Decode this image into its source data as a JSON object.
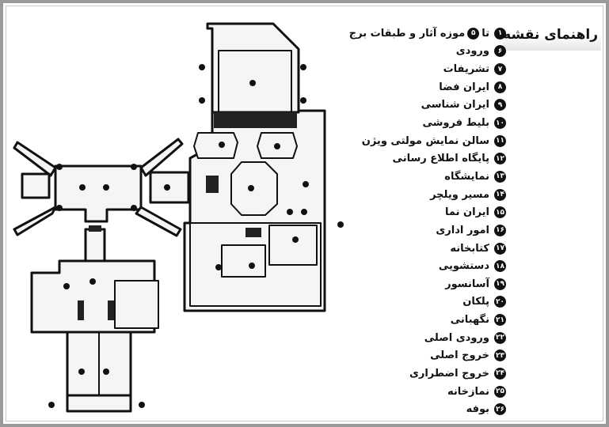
{
  "legend": {
    "title": "راهنمای نقشه",
    "first": {
      "num": "۱",
      "to_word": "تا",
      "num_to": "۵",
      "label": "موزه آثار و طبقات برج"
    },
    "items": [
      {
        "num": "۶",
        "label": "ورودی"
      },
      {
        "num": "۷",
        "label": "تشریفات"
      },
      {
        "num": "۸",
        "label": "ایران فضا"
      },
      {
        "num": "۹",
        "label": "ایران شناسی"
      },
      {
        "num": "۱۰",
        "label": "بلیط فروشی"
      },
      {
        "num": "۱۱",
        "label": "سالن نمایش مولتی ویژن"
      },
      {
        "num": "۱۲",
        "label": "پایگاه اطلاع رسانی"
      },
      {
        "num": "۱۳",
        "label": "نمایشگاه"
      },
      {
        "num": "۱۴",
        "label": "مسیر ویلچر"
      },
      {
        "num": "۱۵",
        "label": "ایران نما"
      },
      {
        "num": "۱۶",
        "label": "امور اداری"
      },
      {
        "num": "۱۷",
        "label": "کتابخانه"
      },
      {
        "num": "۱۸",
        "label": "دستشویی"
      },
      {
        "num": "۱۹",
        "label": "آسانسور"
      },
      {
        "num": "۲۰",
        "label": "پلکان"
      },
      {
        "num": "۲۱",
        "label": "نگهبانی"
      },
      {
        "num": "۲۲",
        "label": "ورودی اصلی"
      },
      {
        "num": "۲۳",
        "label": "خروج اصلی"
      },
      {
        "num": "۲۴",
        "label": "خروج اضطراری"
      },
      {
        "num": "۲۵",
        "label": "نمازخانه"
      },
      {
        "num": "۲۶",
        "label": "بوفه"
      }
    ]
  }
}
